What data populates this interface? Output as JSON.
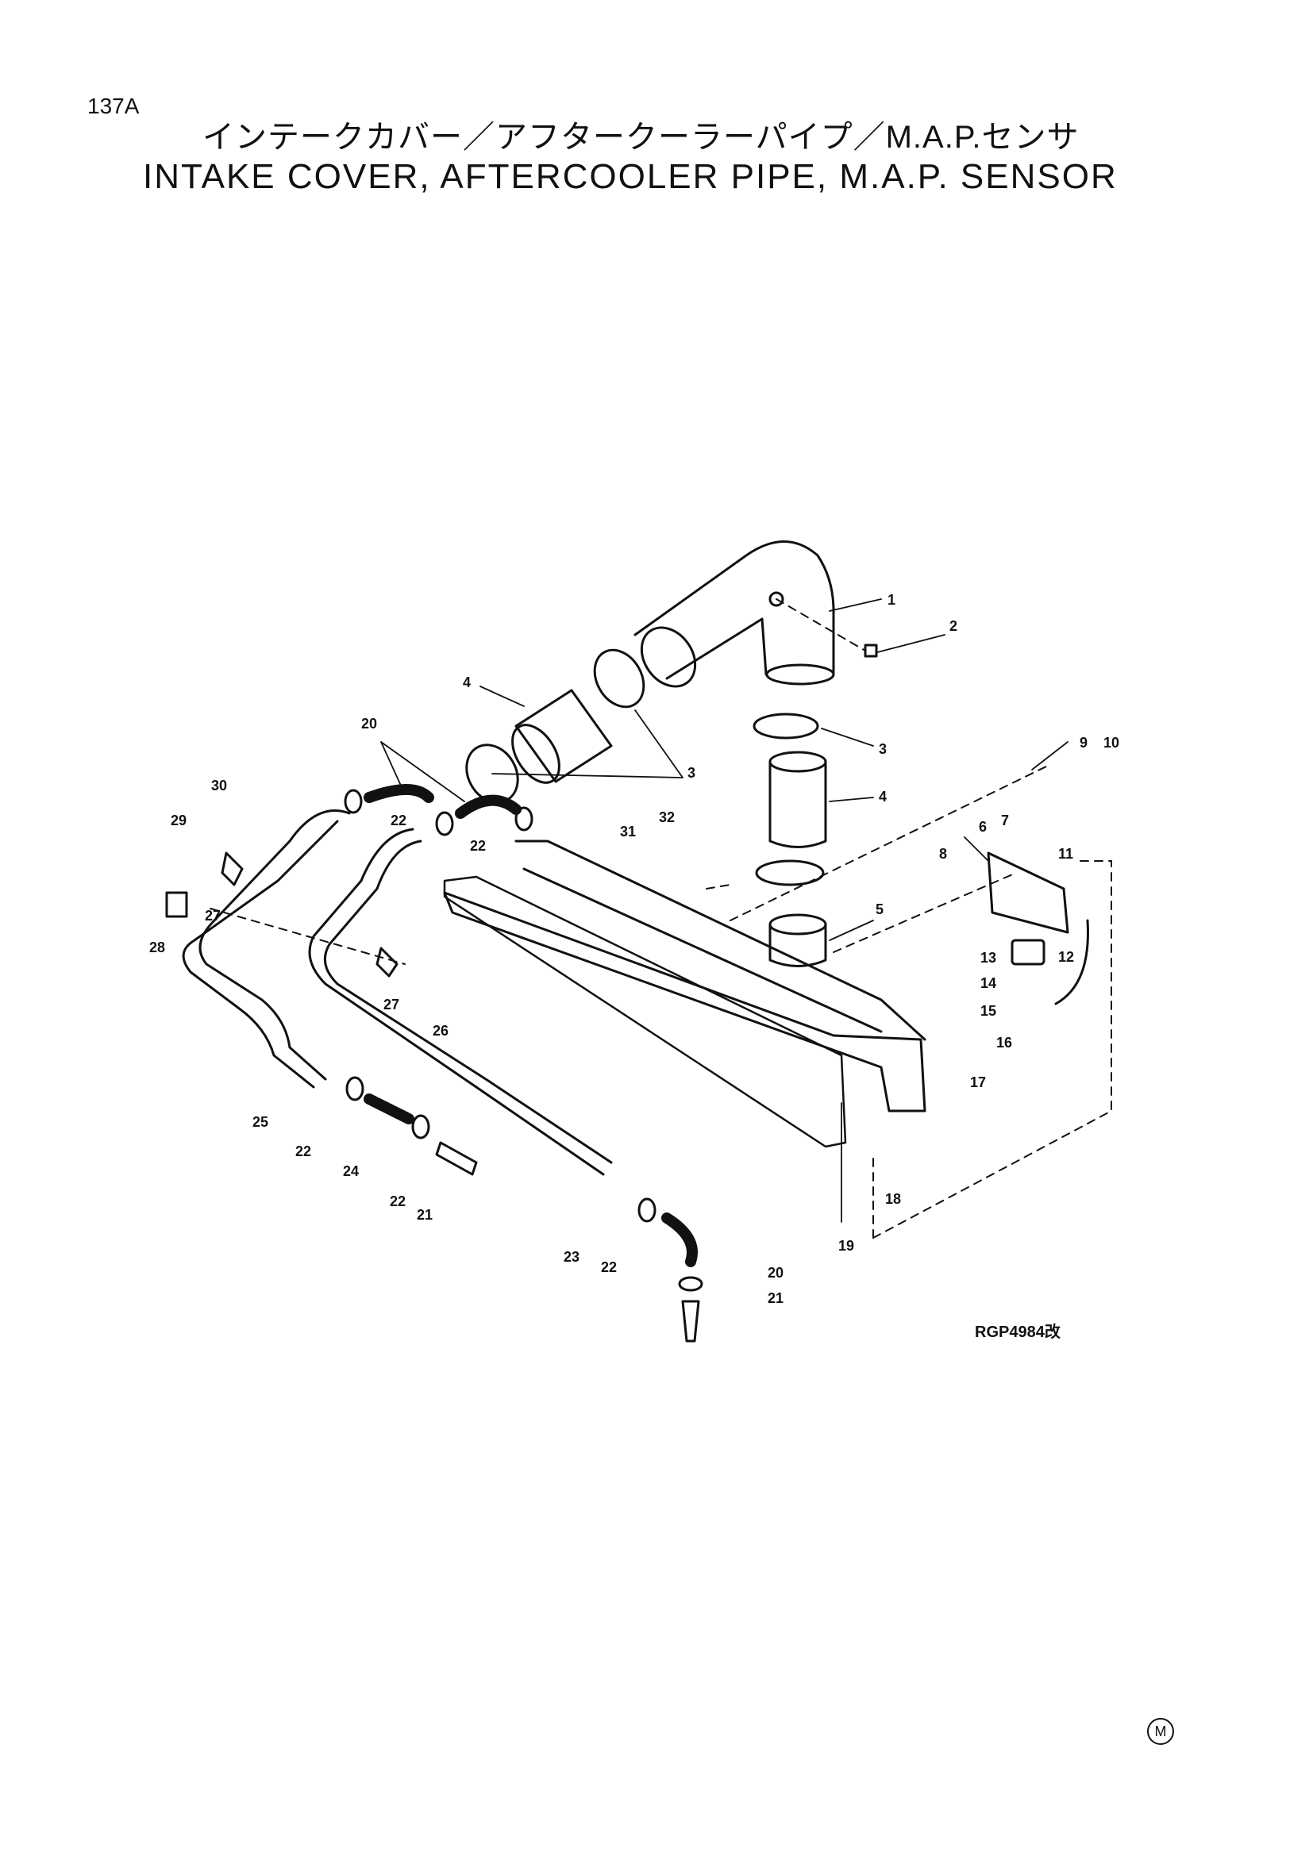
{
  "header": {
    "page_number": "137A",
    "title_japanese": "インテークカバー／アフタークーラーパイプ／M.A.P.センサ",
    "title_english": "INTAKE COVER, AFTERCOOLER PIPE, M.A.P. SENSOR"
  },
  "callouts": {
    "c1": "1",
    "c2": "2",
    "c3a": "3",
    "c3b": "3",
    "c4a": "4",
    "c4b": "4",
    "c5": "5",
    "c6": "6",
    "c7": "7",
    "c8": "8",
    "c9": "9",
    "c10": "10",
    "c11": "11",
    "c12": "12",
    "c13": "13",
    "c14": "14",
    "c15": "15",
    "c16": "16",
    "c17": "17",
    "c18": "18",
    "c19": "19",
    "c20a": "20",
    "c20b": "20",
    "c21a": "21",
    "c21b": "21",
    "c22a": "22",
    "c22b": "22",
    "c22c": "22",
    "c22d": "22",
    "c22e": "22",
    "c23": "23",
    "c24": "24",
    "c25": "25",
    "c26": "26",
    "c27a": "27",
    "c27b": "27",
    "c28": "28",
    "c29": "29",
    "c30": "30",
    "c31": "31",
    "c32": "32"
  },
  "footer": {
    "reference_code": "RGP4984改",
    "circle_mark": "M"
  }
}
